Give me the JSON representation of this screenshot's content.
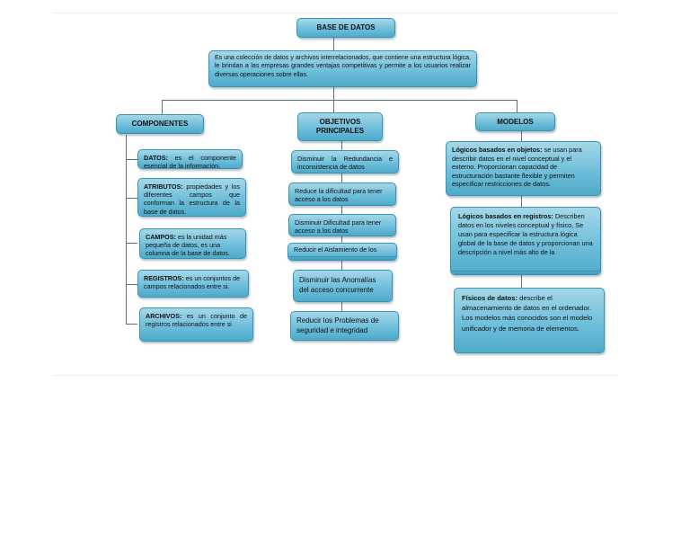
{
  "root": {
    "title": "BASE DE DATOS"
  },
  "definition": {
    "text": "Es una colección de datos y archivos interrelacionados, que contiene una estructura lógica, le brindan a las empresas grandes ventajas competitivas y permite a los usuarios realizar diversas operaciones sobre ellas."
  },
  "componentes": {
    "title": "COMPONENTES",
    "items": [
      {
        "term": "DATOS:",
        "desc": " es el componente esencial de la información."
      },
      {
        "term": "ATRIBUTOS:",
        "desc": " propiedades y los diferentes campos que conforman la estructura de la base de datos."
      },
      {
        "term": "CAMPOS:",
        "desc": " es la unidad más pequeña de datos, es una columna de la base de datos."
      },
      {
        "term": "REGISTROS:",
        "desc": " es un conjuntos de campos relacionados entre si."
      },
      {
        "term": "ARCHIVOS:",
        "desc": " es un conjunto de registros relacionados entre si"
      }
    ]
  },
  "objetivos": {
    "title": "OBJETIVOS PRINCIPALES",
    "items": [
      "Disminuir la Redundancia e inconsistencia de datos",
      "Reduce la dificultad para tener acceso a los datos",
      "Disminuir Dificultad para tener acceso a los datos",
      "Reducir el Aislamiento de los",
      "Disminuir las Anomalías del acceso concurrente",
      "Reducir los Problemas de seguridad e integridad"
    ]
  },
  "modelos": {
    "title": "MODELOS",
    "items": [
      {
        "term": "Lógicos basados en objetos:",
        "desc": " se usan para describir datos en el nivel conceptual y el externo. Proporcionan capacidad de estructuración bastante flexible y permiten especificar restricciones de datos."
      },
      {
        "term": "Lógicos basados en registros:",
        "desc": " Describen datos en los niveles conceptual y físico, Se usan para especificar la estructura lógica global de la base de datos y proporcionan una descripción a nivel más alto de la"
      },
      {
        "term": "Físicos de datos:",
        "desc": " describe el almacenamiento de datos en el ordenador. Los modelos más conocidos son el modelo unificador y de memoria de elementos."
      }
    ]
  },
  "colors": {
    "box_top": "#a4d7e8",
    "box_bottom": "#4eaac9",
    "border": "#3a93b2",
    "line": "#5a6f7a"
  }
}
